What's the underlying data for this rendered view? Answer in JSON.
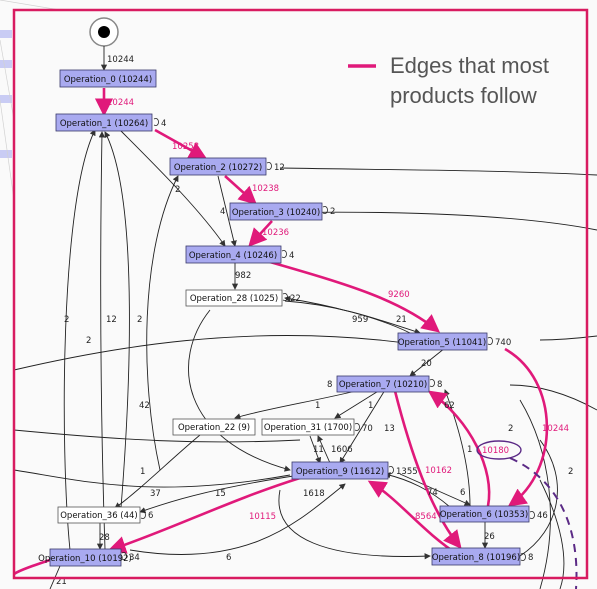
{
  "nodes": [
    {
      "id": "n0",
      "label": "Operation_0 (10244)",
      "style": "blue"
    },
    {
      "id": "n1",
      "label": "Operation_1 (10264)",
      "style": "blue"
    },
    {
      "id": "n2",
      "label": "Operation_2 (10272)",
      "style": "blue"
    },
    {
      "id": "n3",
      "label": "Operation_3 (10240)",
      "style": "blue"
    },
    {
      "id": "n4",
      "label": "Operation_4 (10246)",
      "style": "blue"
    },
    {
      "id": "n28",
      "label": "Operation_28 (1025)",
      "style": "white"
    },
    {
      "id": "n5",
      "label": "Operation_5 (11041)",
      "style": "blue"
    },
    {
      "id": "n7",
      "label": "Operation_7 (10210)",
      "style": "blue"
    },
    {
      "id": "n22",
      "label": "Operation_22 (9)",
      "style": "white"
    },
    {
      "id": "n31",
      "label": "Operation_31 (1700)",
      "style": "white"
    },
    {
      "id": "n9",
      "label": "Operation_9 (11612)",
      "style": "blue"
    },
    {
      "id": "n36",
      "label": "Operation_36 (44)",
      "style": "white"
    },
    {
      "id": "n6",
      "label": "Operation_6 (10353)",
      "style": "blue"
    },
    {
      "id": "n10",
      "label": "Operation_10 (10192)",
      "style": "blue"
    },
    {
      "id": "n8",
      "label": "Operation_8 (10196)",
      "style": "blue"
    }
  ],
  "edge_labels": {
    "start_0": "10244",
    "e0_1": "10244",
    "e1_2": "10258",
    "e2_3": "10238",
    "e3_4": "10236",
    "e4_5": "9260",
    "e4_28": "982",
    "e28_5": "959",
    "e5_28": "21",
    "e2_4": "4",
    "e1_4": "2",
    "e5_7": "20",
    "e7_9": "1",
    "e7_22": "1",
    "e5_6": "10244",
    "e6_7": "62",
    "e9_6": "74",
    "e9_8": "10162",
    "e6_9": "6",
    "e8_9": "8564",
    "e6_8": "26",
    "e9_10": "10115",
    "e31_9": "11",
    "e9_31": "1606",
    "e10_9": "1618",
    "e36_10": "28",
    "e10_out": "21",
    "misc_42": "42",
    "misc_12": "12",
    "misc_2a": "2",
    "misc_2b": "2",
    "misc_2c": "2",
    "misc_2d": "2",
    "misc_2e": "2",
    "misc_1a": "1",
    "misc_13": "13",
    "misc_37": "37",
    "misc_15": "15",
    "misc_6": "6",
    "misc_8": "8",
    "misc_1b": "1",
    "misc_6b": "6",
    "circled": "10180"
  },
  "self_loops": {
    "n1": "4",
    "n2": "12",
    "n3": "2",
    "n4": "4",
    "n28": "22",
    "n5": "740",
    "n7": "8",
    "n31": "70",
    "n9": "1355",
    "n6": "46",
    "n36": "6",
    "n10": "34",
    "n8": "8"
  },
  "legend": {
    "line1": "Edges that most",
    "line2": "products follow"
  },
  "colors": {
    "highlight": "#e0197a",
    "node_blue": "#a9aaf0",
    "node_stroke": "#3a3a6a",
    "frame": "#d81b60",
    "circle_callout": "#5b2a86"
  }
}
